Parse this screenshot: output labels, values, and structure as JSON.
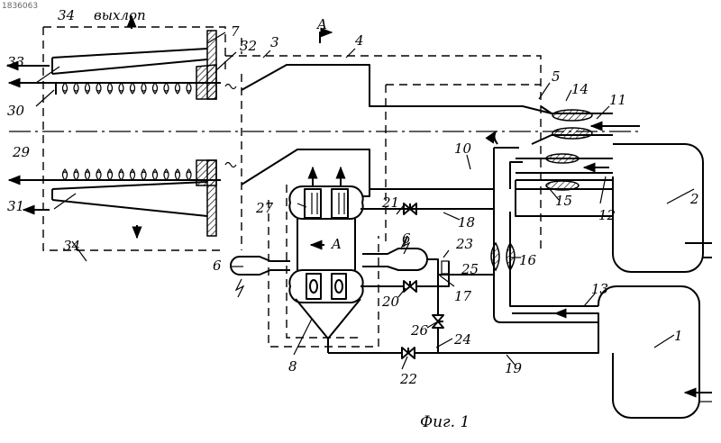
{
  "doc_id": "1836063",
  "caption": "Фиг. 1",
  "exhaust_label": "выхлоп",
  "section_mark": "A",
  "labels": {
    "n1": "1",
    "n2": "2",
    "n3": "3",
    "n4": "4",
    "n5": "5",
    "n6a": "6",
    "n6b": "6",
    "n7": "7",
    "n8": "8",
    "n10": "10",
    "n11": "11",
    "n12": "12",
    "n13": "13",
    "n14": "14",
    "n15": "15",
    "n16": "16",
    "n17": "17",
    "n18": "18",
    "n19": "19",
    "n20": "20",
    "n21": "21",
    "n22": "22",
    "n23": "23",
    "n24": "24",
    "n25": "25",
    "n26": "26",
    "n27": "27",
    "n29": "29",
    "n30": "30",
    "n31": "31",
    "n32": "32",
    "n33": "33",
    "n34a": "34",
    "n34b": "34"
  }
}
